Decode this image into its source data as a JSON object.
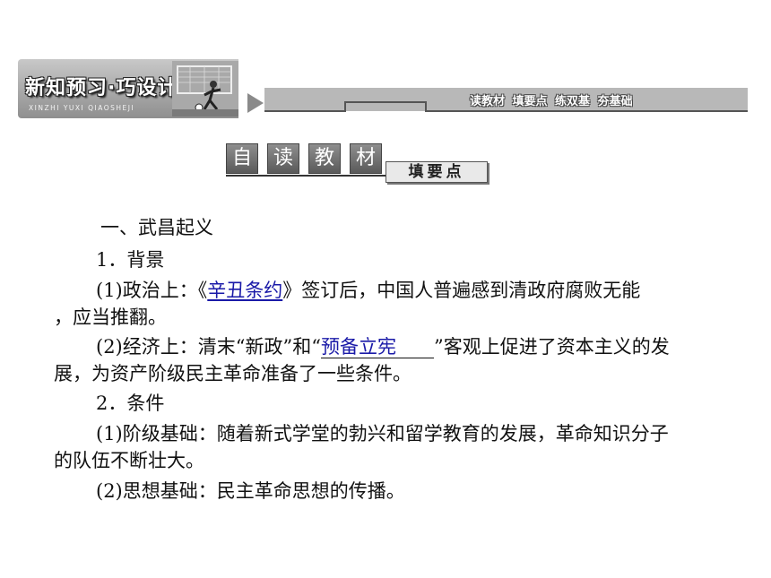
{
  "banner": {
    "title": "新知预习·巧设计",
    "pinyin": "XINZHI  YUXI  QIAOSHEJI",
    "subtitle": "读教材  填要点    练双基  夯基础"
  },
  "section_header": {
    "chars": [
      "自",
      "读",
      "教",
      "材"
    ],
    "sub": "填要点"
  },
  "content": {
    "heading1": "一、武昌起义",
    "item1": "1．背景",
    "p1_prefix": "(1)政治上：《",
    "p1_blank": "辛丑条约",
    "p1_suffix": "》签订后，中国人普遍感到清政府腐败无能",
    "p1_cont": "，应当推翻。",
    "p2_prefix": "(2)经济上：清末“新政”和“",
    "p2_blank": "预备立宪",
    "p2_suffix": "”客观上促进了资本主义的发",
    "p2_cont": "展，为资产阶级民主革命准备了一些条件。",
    "item2": "2．条件",
    "p3": "(1)阶级基础：随着新式学堂的勃兴和留学教育的发展，革命知识分子",
    "p3_cont": "的队伍不断壮大。",
    "p4": "(2)思想基础：民主革命思想的传播。"
  }
}
